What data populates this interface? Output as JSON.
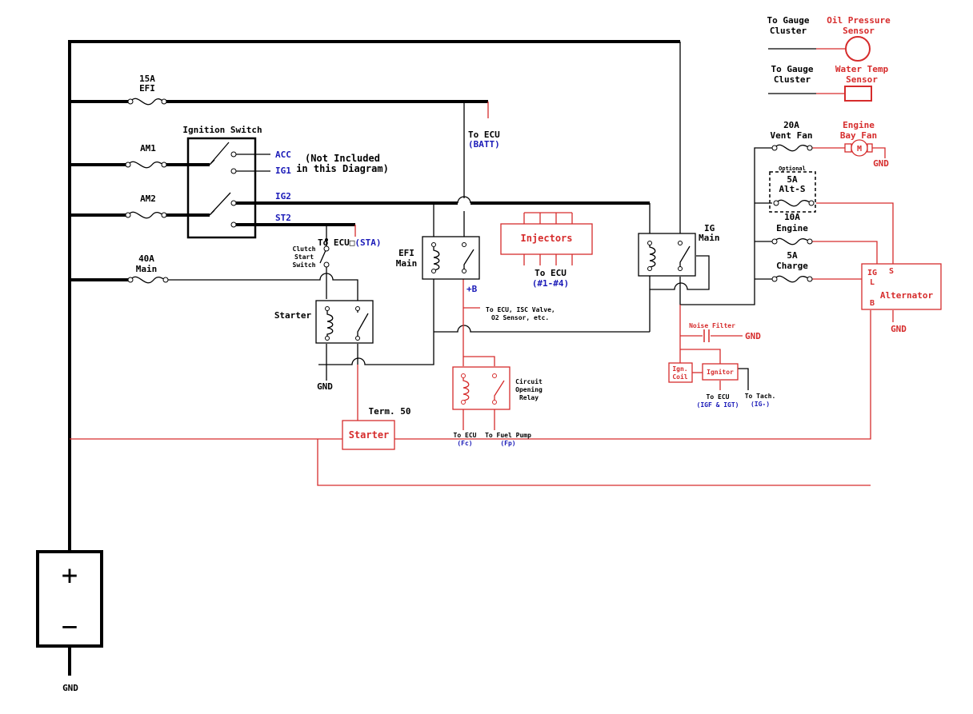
{
  "colors": {
    "black": "#000000",
    "red": "#d62c2c",
    "blue": "#1a1ab8"
  },
  "fuse_15a": {
    "rating": "15A",
    "name": "EFI"
  },
  "fuse_am1": "AM1",
  "fuse_am2": "AM2",
  "fuse_40a": {
    "rating": "40A",
    "name": "Main"
  },
  "ignition_switch": {
    "title": "Ignition Switch",
    "acc": "ACC",
    "ig1": "IG1",
    "ig2": "IG2",
    "st2": "ST2",
    "note_line1": "(Not Included",
    "note_line2": "in this Diagram)"
  },
  "ecu_batt": {
    "line1": "To ECU",
    "line2": "(BATT)"
  },
  "ecu_sta": {
    "prefix": "To ECU□",
    "code": "(STA)"
  },
  "clutch_switch": {
    "line1": "Clutch",
    "line2": "Start",
    "line3": "Switch"
  },
  "efi_main": {
    "line1": "EFI",
    "line2": "Main",
    "plus_b": "+B"
  },
  "injectors": {
    "label": "Injectors",
    "ecu": "To ECU",
    "code": "(#1-#4)"
  },
  "ig_main": {
    "line1": "IG",
    "line2": "Main"
  },
  "starter_relay": "Starter",
  "ground": "GND",
  "ecu_isc": {
    "line1": "To ECU, ISC Valve,",
    "line2": "O2 Sensor, etc."
  },
  "circuit_relay": {
    "line1": "Circuit",
    "line2": "Opening",
    "line3": "Relay",
    "ecu": "To ECU",
    "ecu_code": "(Fc)",
    "pump": "To Fuel Pump",
    "pump_code": "(Fp)"
  },
  "starter_motor": {
    "term": "Term. 50",
    "label": "Starter"
  },
  "noise_filter": "Noise Filter",
  "ignition": {
    "coil_line1": "Ign.",
    "coil_line2": "Coil",
    "igniter": "Ignitor",
    "ecu": "To ECU",
    "ecu_code": "(IGF & IGT)",
    "tach": "To Tach.",
    "tach_code": "(IG-)"
  },
  "gauges": {
    "to_cluster_1": "To Gauge",
    "to_cluster_2": "Cluster",
    "oil_line1": "Oil Pressure",
    "oil_line2": "Sensor",
    "water_line1": "Water Temp",
    "water_line2": "Sensor"
  },
  "fuse_20a": {
    "rating": "20A",
    "name": "Vent Fan"
  },
  "engine_fan": {
    "line1": "Engine",
    "line2": "Bay Fan",
    "motor": "M"
  },
  "fuse_alts": {
    "optional": "Optional",
    "rating": "5A",
    "name": "Alt-S"
  },
  "fuse_10a": {
    "rating": "10A",
    "name": "Engine"
  },
  "fuse_5a_charge": {
    "rating": "5A",
    "name": "Charge"
  },
  "alternator": {
    "label": "Alternator",
    "ig": "IG",
    "l": "L",
    "b": "B",
    "s": "S"
  },
  "battery": {
    "plus": "+",
    "minus": "−"
  }
}
